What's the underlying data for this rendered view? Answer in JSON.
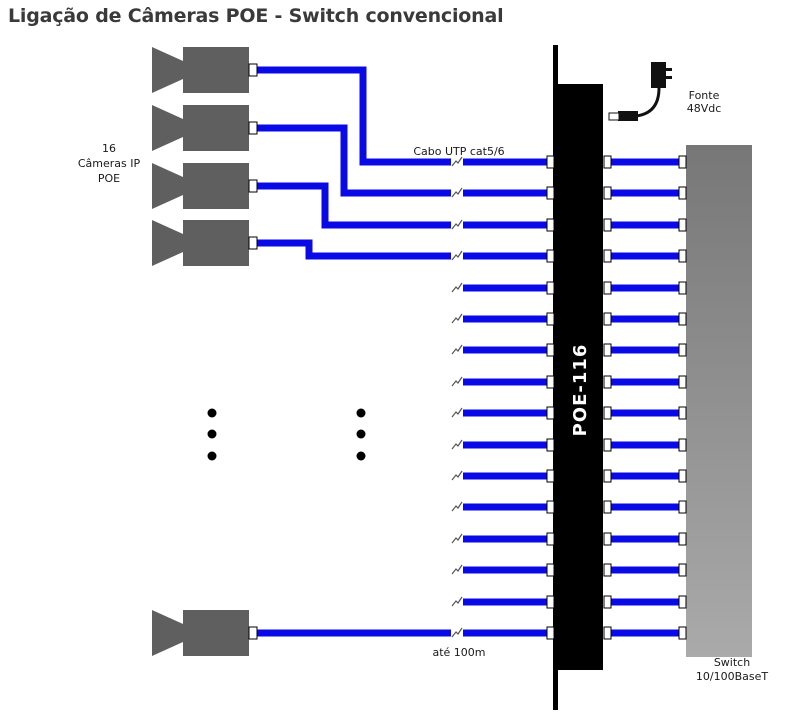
{
  "title": "Ligação de Câmeras POE - Switch convencional",
  "labels": {
    "cameras_count": "16",
    "cameras_type": "Câmeras IP",
    "cameras_poe": "POE",
    "cable": "Cabo UTP cat5/6",
    "distance": "até 100m",
    "power_name": "Fonte",
    "power_voltage": "48Vdc",
    "device": "POE-116",
    "switch_name": "Switch",
    "switch_spec": "10/100BaseT"
  },
  "colors": {
    "cable": "#0a0ae6",
    "camera": "#5f5f5f",
    "device": "#000000",
    "switch_top": "#7a7a7a",
    "switch_bottom": "#a8a8a8"
  },
  "port_count": 16,
  "icons": {
    "camera": "camera-icon",
    "power": "power-adapter-icon",
    "break": "cable-break-icon"
  }
}
